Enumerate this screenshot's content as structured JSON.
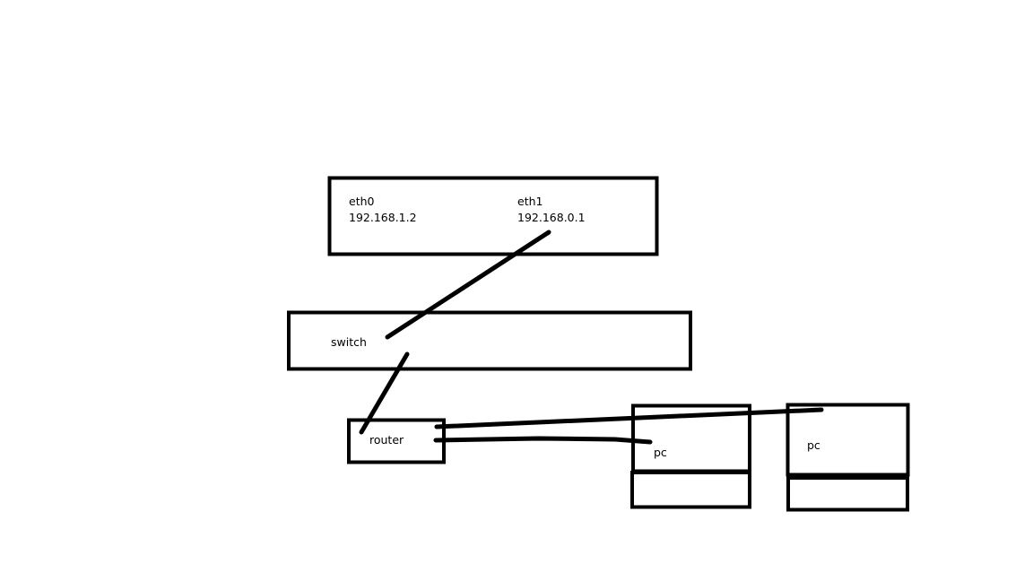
{
  "diagram": {
    "host": {
      "eth0_name": "eth0",
      "eth0_ip": "192.168.1.2",
      "eth1_name": "eth1",
      "eth1_ip": "192.168.0.1"
    },
    "switch_label": "switch",
    "router_label": "router",
    "pc1_label": "pc",
    "pc2_label": "pc"
  }
}
